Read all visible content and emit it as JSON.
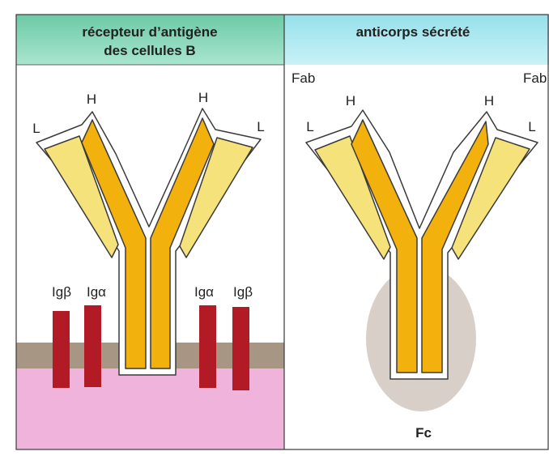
{
  "left_panel": {
    "header_line1": "récepteur d’antigène",
    "header_line2": "des cellules B",
    "chain_labels": {
      "heavy_left": "H",
      "heavy_right": "H",
      "light_left": "L",
      "light_right": "L"
    },
    "subunits": [
      "Igβ",
      "Igα",
      "Igα",
      "Igβ"
    ]
  },
  "right_panel": {
    "header": "anticorps sécrété",
    "fab_left": "Fab",
    "fab_right": "Fab",
    "chain_labels": {
      "heavy_left": "H",
      "heavy_right": "H",
      "light_left": "L",
      "light_right": "L"
    },
    "fc_label": "Fc"
  },
  "colors": {
    "left_header_bg": "#7fd0b0",
    "right_header_bg": "#a8e6ee",
    "heavy_chain": "#f2b10c",
    "light_chain": "#f6e27a",
    "membrane": "#a79684",
    "cytoplasm": "#efb3dc",
    "ig_subunit": "#b21a26",
    "fc_region": "#d8d0c8",
    "border": "#3a3a3a"
  }
}
